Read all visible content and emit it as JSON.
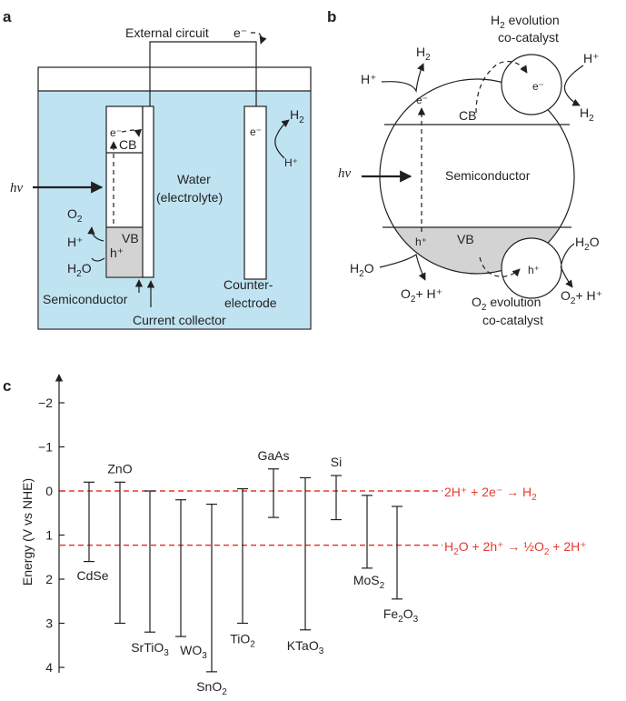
{
  "panels": {
    "a": {
      "label": "a",
      "external_circuit": "External circuit",
      "ext_electron": "e⁻",
      "cb": "CB",
      "cb_electron": "e⁻",
      "vb": "VB",
      "hole": "h⁺",
      "hv": "hν",
      "o2": "O",
      "o2_sub": "2",
      "h_plus": "H⁺",
      "h2o": "H",
      "h2o_sub": "2",
      "h2o_end": "O",
      "water1": "Water",
      "water2": "(electrolyte)",
      "counter_e": "e⁻",
      "h2": "H",
      "h2_sub": "2",
      "counter_hplus": "H⁺",
      "semiconductor": "Semiconductor",
      "current_collector": "Current collector",
      "counter1": "Counter-",
      "counter2": "electrode"
    },
    "b": {
      "label": "b",
      "h2_evo1": "H",
      "h2_evo1_sub": "2",
      "h2_evo1_end": " evolution",
      "h2_evo2": "co-catalyst",
      "h2_top": "H",
      "h2_top_sub": "2",
      "hplus_left": "H⁺",
      "electron": "e⁻",
      "cb": "CB",
      "cat_electron": "e⁻",
      "hplus_right": "H⁺",
      "h2_right": "H",
      "h2_right_sub": "2",
      "hv": "hν",
      "semiconductor": "Semiconductor",
      "hole": "h⁺",
      "vb": "VB",
      "h2o_left": "H",
      "h2o_left_sub": "2",
      "h2o_left_end": "O",
      "o2h_left": "O",
      "o2h_left_sub": "2",
      "o2h_left_end": "+ H⁺",
      "cat_hole": "h⁺",
      "h2o_right": "H",
      "h2o_right_sub": "2",
      "h2o_right_end": "O",
      "o2h_right": "O",
      "o2h_right_sub": "2",
      "o2h_right_end": "+ H⁺",
      "o2_evo1": "O",
      "o2_evo1_sub": "2",
      "o2_evo1_end": " evolution",
      "o2_evo2": "co-catalyst"
    },
    "c": {
      "label": "c",
      "ylabel": "Energy (V vs NHE)",
      "h2_line1": "2H⁺ + 2e⁻ → H",
      "h2_line_sub": "2",
      "o2_line1": "H",
      "o2_line_sub1": "2",
      "o2_line2": "O + 2h⁺ → ½O",
      "o2_line_sub2": "2",
      "o2_line3": " + 2H⁺"
    }
  },
  "colors": {
    "electrolyte": "#bfe3f1",
    "valence_band": "#d3d3d3",
    "redox_line": "#e63a2e",
    "ink": "#231f20"
  },
  "chart_data": {
    "type": "range",
    "ylabel": "Energy (V vs NHE)",
    "ylim": [
      -2.3,
      4.2
    ],
    "y_inverted": true,
    "yticks": [
      -2,
      -1,
      0,
      1,
      2,
      3,
      4
    ],
    "reference_lines": [
      {
        "name": "2H⁺ + 2e⁻ → H₂",
        "y": 0
      },
      {
        "name": "H₂O + 2h⁺ → ½O₂ + 2H⁺",
        "y": 1.23
      }
    ],
    "materials": [
      {
        "name": "CdSe",
        "cb": -0.2,
        "vb": 1.6,
        "label_pos": "bottom"
      },
      {
        "name": "ZnO",
        "cb": -0.2,
        "vb": 3.0,
        "label_pos": "top"
      },
      {
        "name": "SrTiO",
        "sub": "3",
        "cb": 0.0,
        "vb": 3.2,
        "label_pos": "bottom"
      },
      {
        "name": "WO",
        "sub": "3",
        "cb": 0.2,
        "vb": 3.3,
        "label_pos": "bottom"
      },
      {
        "name": "SnO",
        "sub": "2",
        "cb": 0.3,
        "vb": 4.1,
        "label_pos": "bottom"
      },
      {
        "name": "TiO",
        "sub": "2",
        "cb": -0.05,
        "vb": 3.0,
        "label_pos": "bottom"
      },
      {
        "name": "GaAs",
        "cb": -0.5,
        "vb": 0.6,
        "label_pos": "top"
      },
      {
        "name": "KTaO",
        "sub": "3",
        "cb": -0.3,
        "vb": 3.15,
        "label_pos": "bottom"
      },
      {
        "name": "Si",
        "cb": -0.35,
        "vb": 0.65,
        "label_pos": "top"
      },
      {
        "name": "MoS",
        "sub": "2",
        "cb": 0.1,
        "vb": 1.75,
        "label_pos": "bottom"
      },
      {
        "name": "Fe",
        "sub": "2",
        "name2": "O",
        "sub2": "3",
        "cb": 0.35,
        "vb": 2.45,
        "label_pos": "bottom"
      }
    ]
  }
}
